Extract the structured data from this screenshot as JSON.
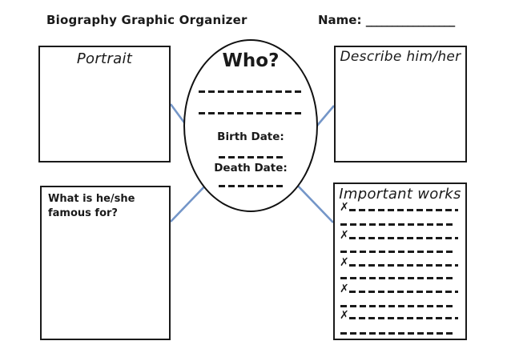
{
  "page": {
    "title": "Biography Graphic Organizer",
    "name_label": "Name:",
    "name_blank": "_________________"
  },
  "center": {
    "heading": "Who?",
    "birth_label": "Birth Date:",
    "death_label": "Death Date:",
    "blank_line_count": 4
  },
  "boxes": {
    "portrait": {
      "label": "Portrait"
    },
    "describe": {
      "label": "Describe him/her"
    },
    "famous": {
      "label": "What is he/she famous for?"
    },
    "works": {
      "label": "Important works",
      "bullet": "✗",
      "item_count": 5,
      "line_count": 10
    }
  },
  "colors": {
    "ink": "#1a1a1a",
    "connector_blue": "#7496c8",
    "background": "#ffffff"
  }
}
